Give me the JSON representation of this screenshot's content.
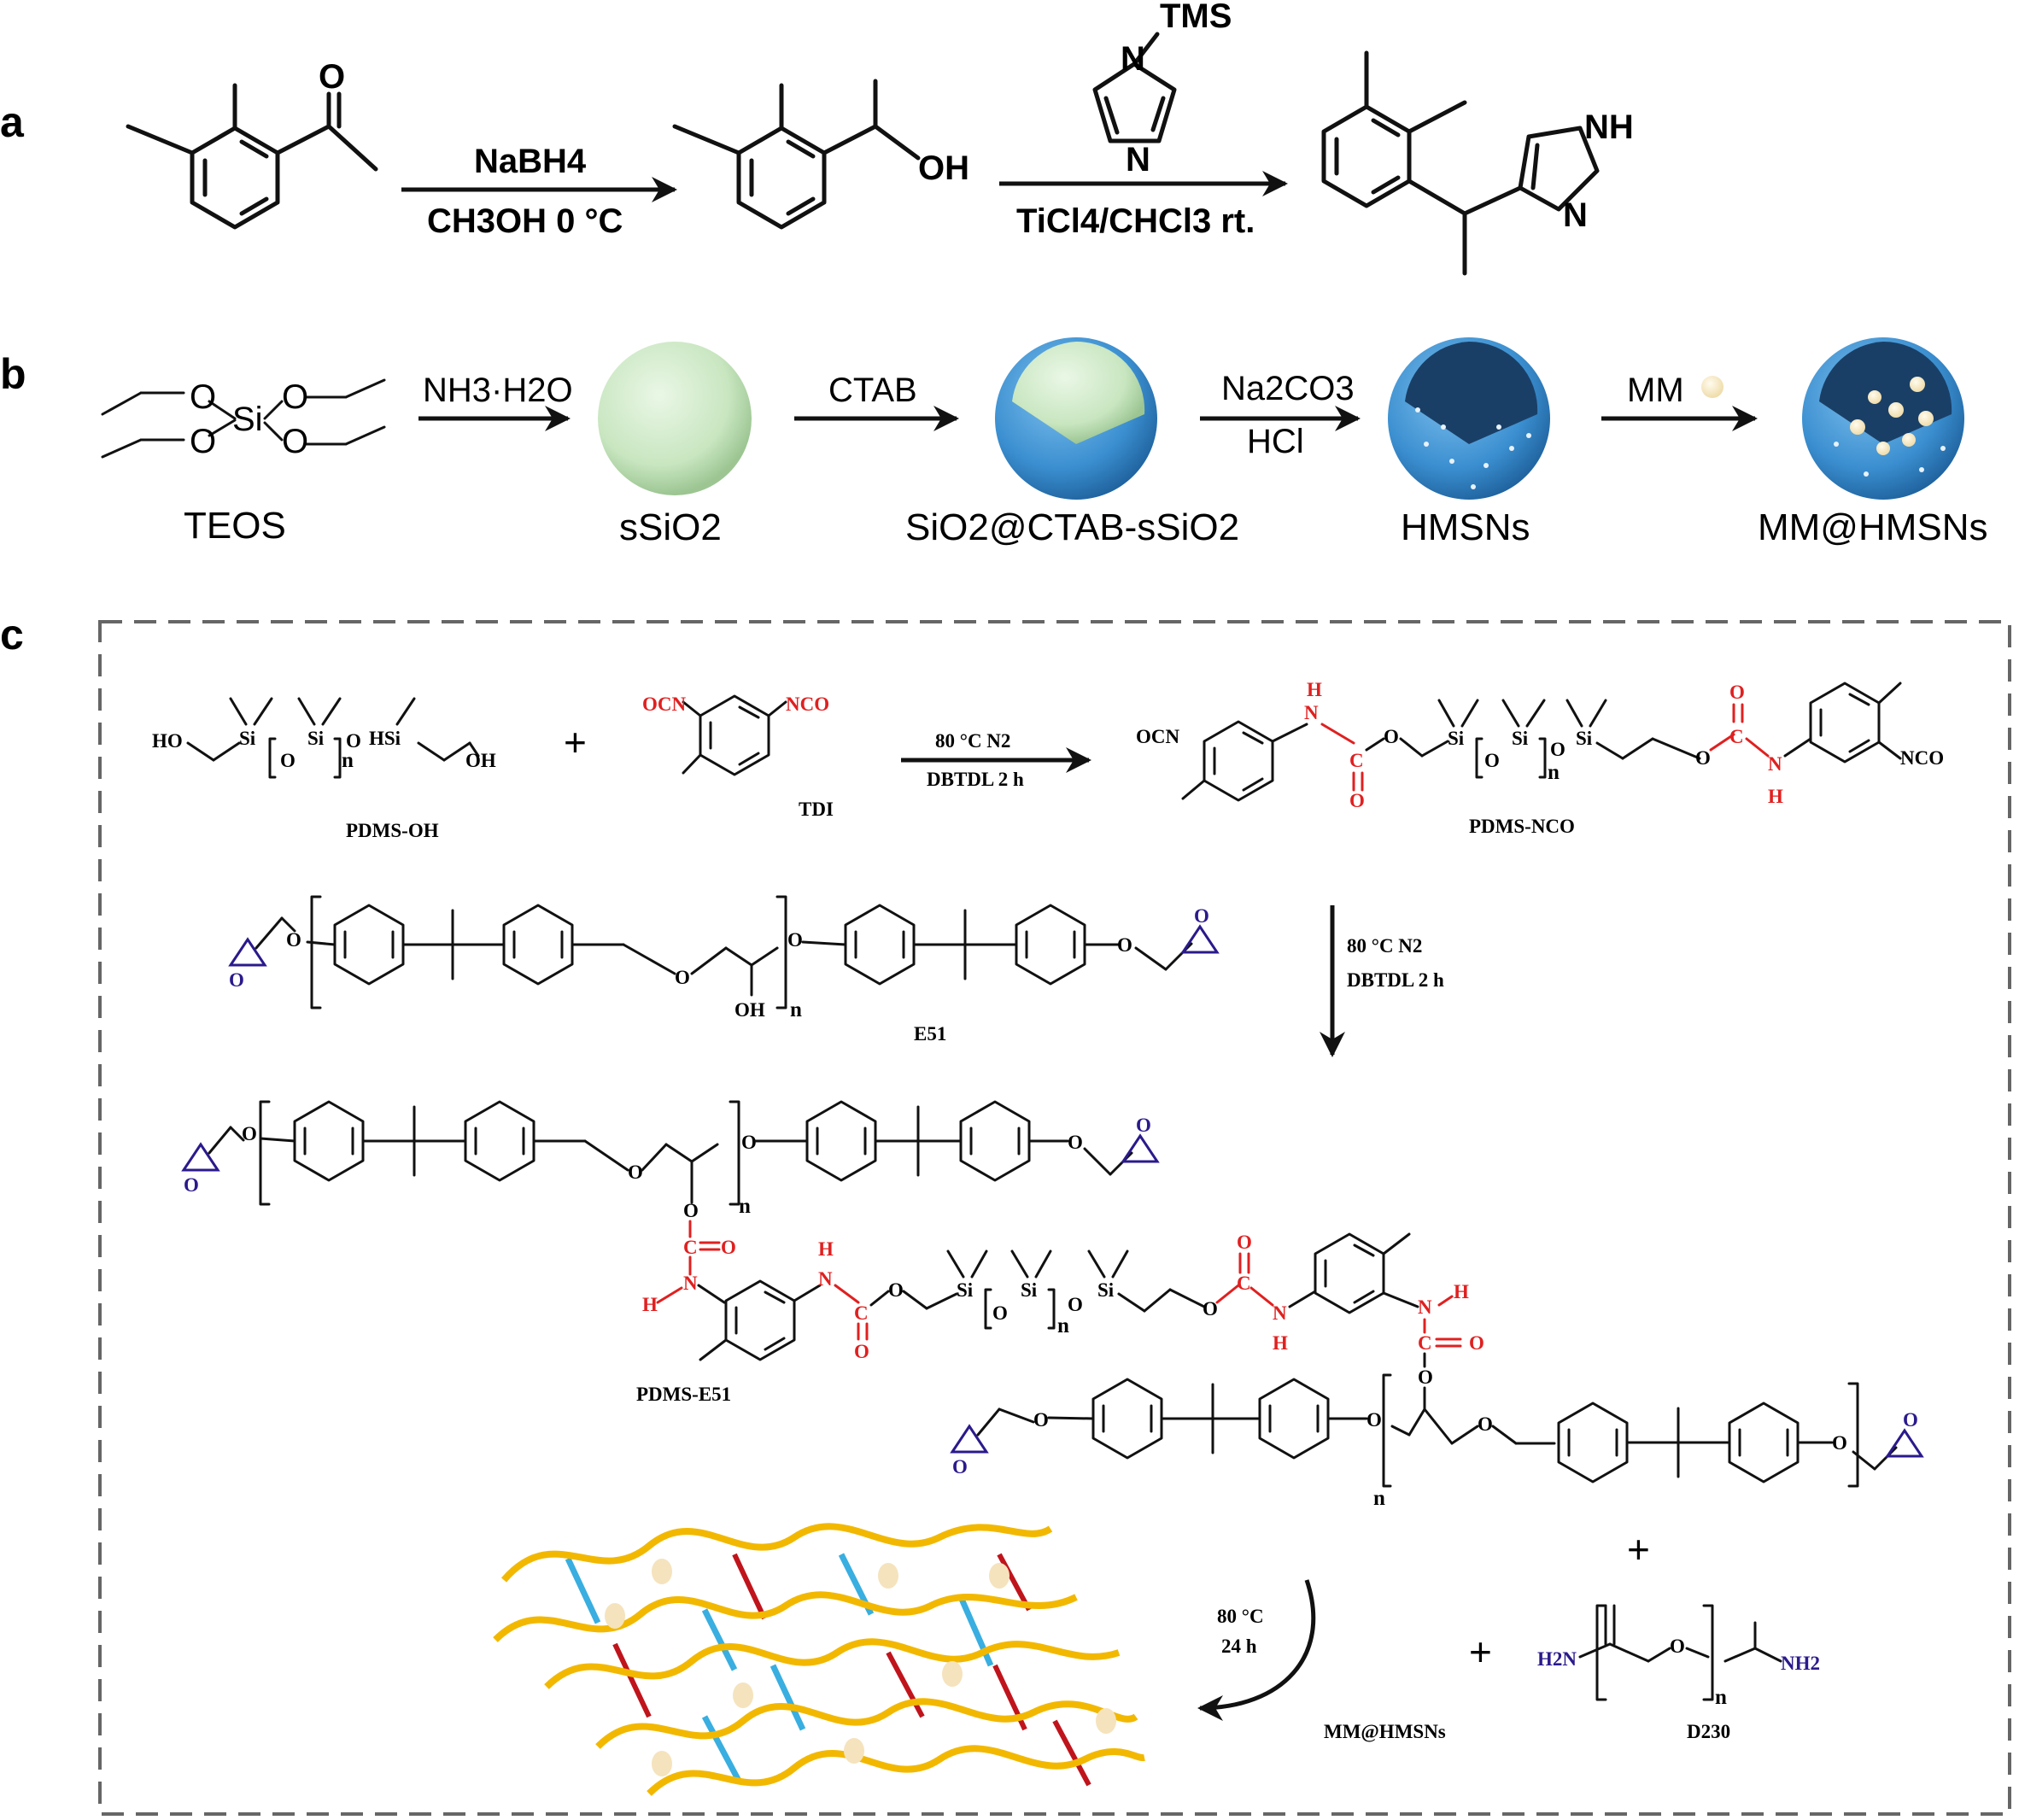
{
  "panels": {
    "a": {
      "label": "a",
      "step1": {
        "reagent": "NaBH4",
        "conditions": "CH3OH 0 °C"
      },
      "step2": {
        "reagent_group": "TMS",
        "conditions": "TiCl4/CHCl3 rt."
      },
      "atoms": {
        "o": "O",
        "oh": "OH",
        "nh": "NH",
        "n": "N"
      }
    },
    "b": {
      "label": "b",
      "teos": {
        "name": "TEOS",
        "o": "O",
        "si": "Si"
      },
      "steps": [
        {
          "reagent": "NH3·H2O"
        },
        {
          "reagent": "CTAB"
        },
        {
          "reagent": "Na2CO3",
          "reagent2": "HCl"
        },
        {
          "reagent": "MM"
        }
      ],
      "products": [
        "sSiO2",
        "SiO2@CTAB-sSiO2",
        "HMSNs",
        "MM@HMSNs"
      ]
    },
    "c": {
      "label": "c",
      "plus": "+",
      "step1": {
        "cond1": "80 °C  N2",
        "cond2": "DBTDL  2 h"
      },
      "step2": {
        "cond1": "80 °C    N2",
        "cond2": "DBTDL  2 h"
      },
      "step3": {
        "cond1": "80 °C",
        "cond2": "24 h"
      },
      "names": {
        "pdms_oh": "PDMS-OH",
        "tdi": "TDI",
        "pdms_nco": "PDMS-NCO",
        "e51": "E51",
        "pdms_e51": "PDMS-E51",
        "mm_hmsns": "MM@HMSNs",
        "d230": "D230"
      },
      "atoms": {
        "ho": "HO",
        "oh": "OH",
        "si": "Si",
        "hsi": "HSi",
        "o": "O",
        "n_sub": "n",
        "ocn": "OCN",
        "nco": "NCO",
        "h": "H",
        "n": "N",
        "c": "C",
        "h2n": "H2N",
        "nh2": "NH2"
      }
    }
  },
  "colors": {
    "ink": "#111111",
    "urethane_red": "#e02020",
    "epoxide_blue": "#2a1a8c",
    "silica_green": "#c8e6c0",
    "shell_blue": "#3b8fd0",
    "mm_cream": "#f3e6c0",
    "chain_yellow": "#f2b800",
    "link_cyan": "#39aee0",
    "link_red": "#c0141c",
    "frame_gray": "#666666"
  }
}
